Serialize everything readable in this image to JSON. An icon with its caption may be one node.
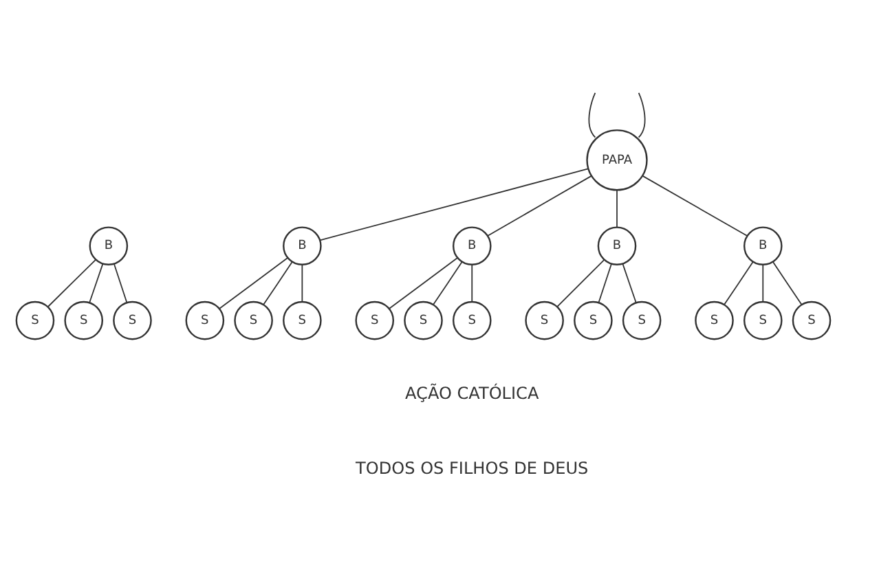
{
  "diagram": {
    "nodes": [
      {
        "text": [
          "PAPA"
        ]
      },
      {
        "text": [
          "B"
        ]
      },
      {
        "text": [
          "S"
        ]
      },
      {
        "text": [
          "S"
        ]
      },
      {
        "text": [
          "S"
        ]
      },
      {
        "text": [
          "B"
        ]
      },
      {
        "text": [
          "S"
        ]
      },
      {
        "text": [
          "S"
        ]
      },
      {
        "text": [
          "S"
        ]
      },
      {
        "text": [
          "B"
        ]
      },
      {
        "text": [
          "S"
        ]
      },
      {
        "text": [
          "S"
        ]
      },
      {
        "text": [
          "S"
        ]
      },
      {
        "text": [
          "B"
        ]
      },
      {
        "text": [
          "S"
        ]
      },
      {
        "text": [
          "S"
        ]
      },
      {
        "text": [
          "S"
        ]
      },
      {
        "text": [
          "B"
        ]
      },
      {
        "text": [
          "S"
        ]
      },
      {
        "text": [
          "S"
        ]
      },
      {
        "text": [
          "S"
        ]
      }
    ],
    "edges": [
      {
        "from": 0,
        "to": null,
        "arrow": "none"
      },
      {
        "from": 0,
        "to": null,
        "arrow": "none"
      },
      {
        "from": 0,
        "to": 1,
        "arrow": "none"
      },
      {
        "from": 1,
        "to": 2,
        "arrow": "none"
      },
      {
        "from": 1,
        "to": 3,
        "arrow": "none"
      },
      {
        "from": 1,
        "to": 4,
        "arrow": "none"
      },
      {
        "from": 0,
        "to": 5,
        "arrow": "none"
      },
      {
        "from": 5,
        "to": 6,
        "arrow": "none"
      },
      {
        "from": 5,
        "to": 7,
        "arrow": "none"
      },
      {
        "from": 5,
        "to": 8,
        "arrow": "none"
      },
      {
        "from": 0,
        "to": 9,
        "arrow": "none"
      },
      {
        "from": 9,
        "to": 10,
        "arrow": "none"
      },
      {
        "from": 9,
        "to": 11,
        "arrow": "none"
      },
      {
        "from": 9,
        "to": 12,
        "arrow": "none"
      },
      {
        "from": 13,
        "to": 14,
        "arrow": "none"
      },
      {
        "from": 13,
        "to": 15,
        "arrow": "none"
      },
      {
        "from": 13,
        "to": 16,
        "arrow": "none"
      },
      {
        "from": 0,
        "to": 17,
        "arrow": "none"
      },
      {
        "from": 17,
        "to": 18,
        "arrow": "none"
      },
      {
        "from": 17,
        "to": 19,
        "arrow": "none"
      },
      {
        "from": 17,
        "to": 20,
        "arrow": "none"
      }
    ],
    "labels": [
      "AÇÃO CATÓLICA",
      "TODOS OS FILHOS DE DEUS"
    ]
  }
}
